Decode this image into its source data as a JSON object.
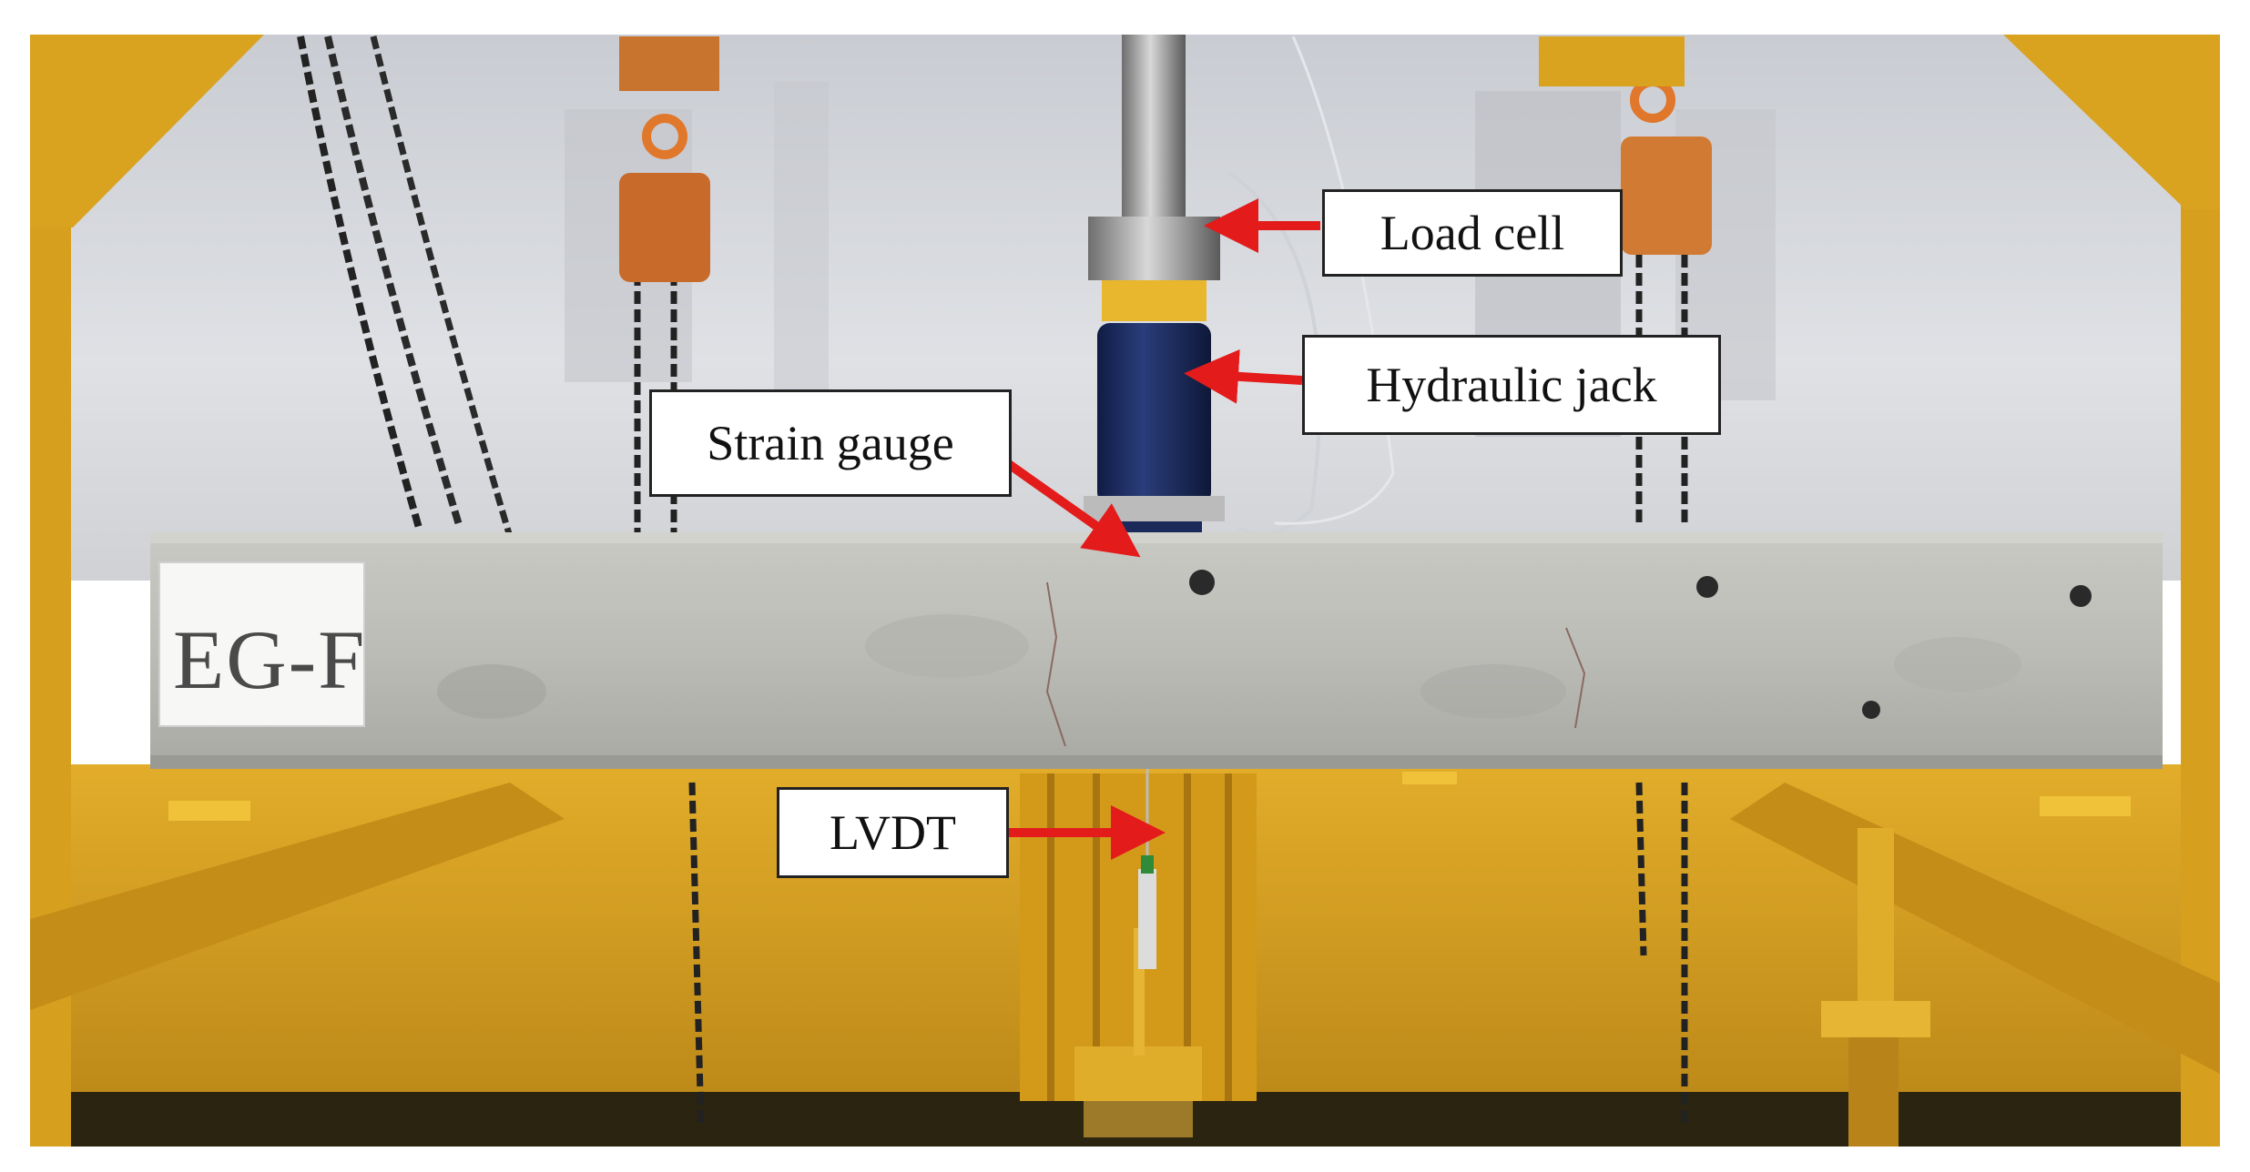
{
  "photo": {
    "sign_text": "EG-F",
    "colors": {
      "frame_yellow": "#d9a21f",
      "frame_yellow_dark": "#a87510",
      "backdrop": "#d7d9de",
      "concrete": "#bdbdb8",
      "jack_blue": "#1a2a5a",
      "arrow_red": "#e31b1b",
      "hoist_orange": "#e0772a"
    }
  },
  "annotations": {
    "load_cell": "Load cell",
    "hydraulic_jack": "Hydraulic jack",
    "strain_gauge": "Strain gauge",
    "lvdt": "LVDT"
  }
}
